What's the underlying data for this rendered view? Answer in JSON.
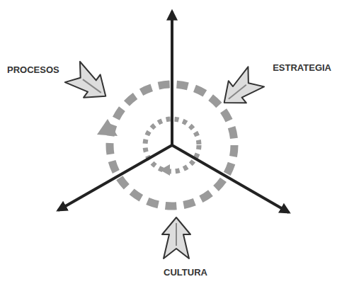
{
  "diagram": {
    "labels": [
      "PROCESOS",
      "ESTRATEGIA",
      "CULTURA"
    ]
  }
}
